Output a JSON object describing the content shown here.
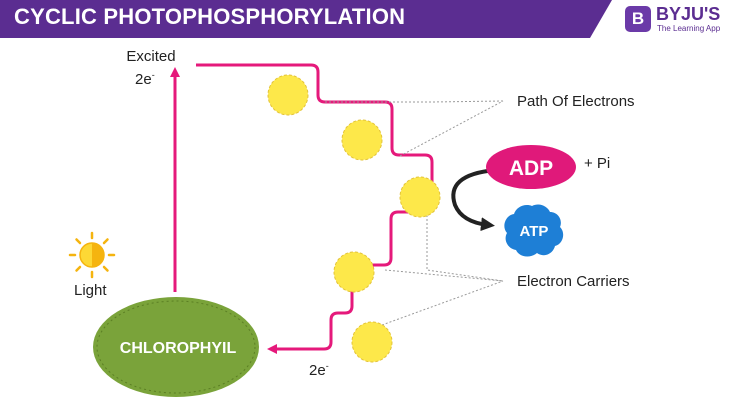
{
  "header": {
    "title": "CYCLIC PHOTOPHOSPHORYLATION"
  },
  "logo": {
    "badge": "B",
    "name": "BYJU'S",
    "tagline": "The Learning App"
  },
  "diagram": {
    "excited_label_line1": "Excited",
    "excited_label_line2": "2e",
    "excited_label_superscript": "-",
    "light_label": "Light",
    "chlorophyll_label": "CHLOROPHYIL",
    "return_electron_label": "2e",
    "return_electron_superscript": "-",
    "path_label": "Path Of Electrons",
    "carriers_label": "Electron Carriers",
    "adp_label": "ADP",
    "pi_label": "+ Pi",
    "atp_label": "ATP"
  },
  "colors": {
    "header_purple": "#5b2d91",
    "electron_path_magenta": "#e5197b",
    "carrier_yellow": "#fde84a",
    "chlorophyll_green": "#7aa33a",
    "adp_magenta": "#e0197a",
    "atp_blue": "#1e7fd6"
  }
}
